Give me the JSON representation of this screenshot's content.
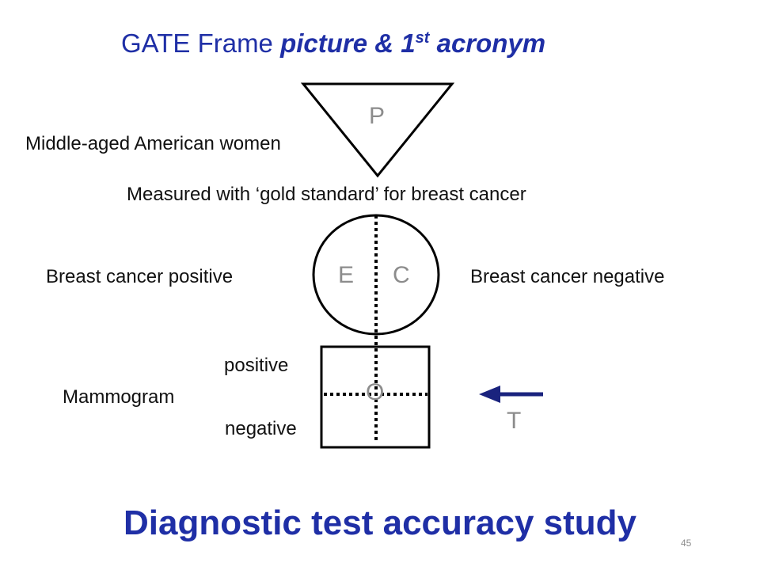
{
  "title": {
    "prefix": "GATE Frame ",
    "emphasis": "picture & 1",
    "superscript": "st",
    "suffix": " acronym"
  },
  "diagram": {
    "population_letter": "P",
    "population_label": "Middle-aged American women",
    "reference_standard_label": "Measured with ‘gold standard’ for breast cancer",
    "exposure_letter": "E",
    "comparison_letter": "C",
    "exposure_label": "Breast cancer positive",
    "comparison_label": "Breast cancer negative",
    "outcome_letter": "O",
    "test_letter": "T",
    "test_label": "Mammogram",
    "test_positive_label": "positive",
    "test_negative_label": "negative"
  },
  "colors": {
    "title": "#1f2fa6",
    "arrow": "#1a237e",
    "letters": "#8c8c8c",
    "lines": "#000000"
  },
  "footer": {
    "heading": "Diagnostic test accuracy study",
    "page_number": "45"
  }
}
